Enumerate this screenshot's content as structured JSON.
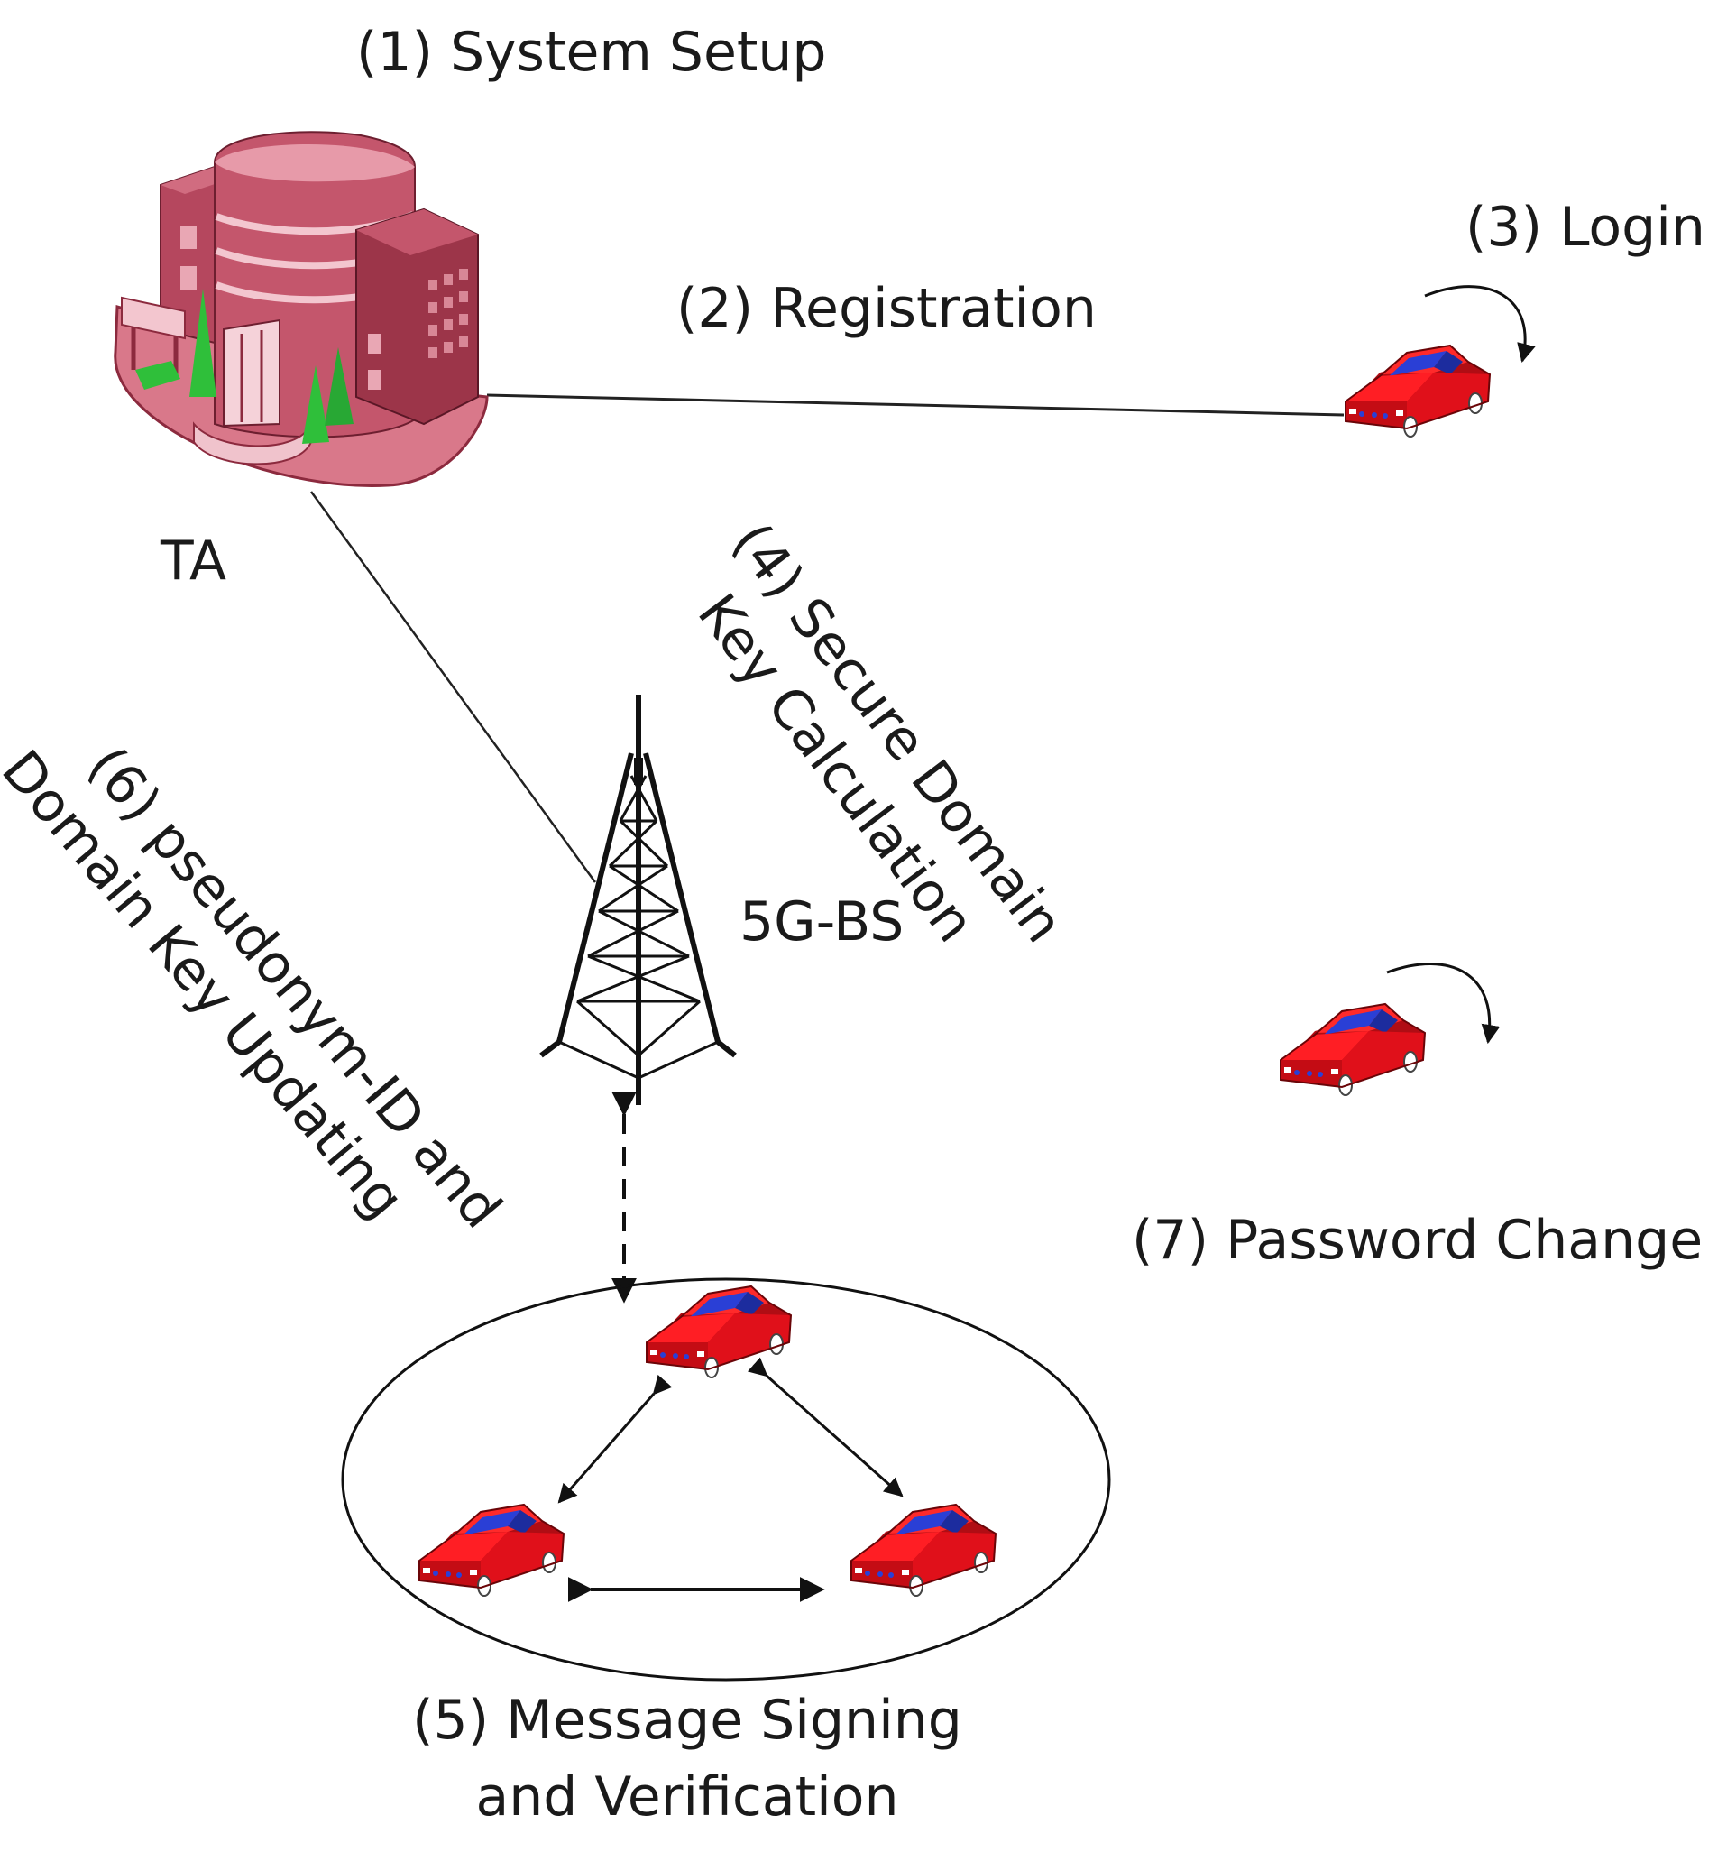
{
  "labels": {
    "system_setup": "(1) System Setup",
    "registration": "(2) Registration",
    "login": "(3) Login",
    "ta": "TA",
    "secure_domain_line1": "(4) Secure Domain",
    "secure_domain_line2": "Key Calculation",
    "base_station": "5G-BS",
    "pseudonym_line1": "(6) pseudonym-ID and",
    "pseudonym_line2": "Domain Key Updating",
    "password_change": "(7) Password Change",
    "message_line1": "(5) Message Signing",
    "message_line2": "and Verification"
  },
  "colors": {
    "building": "#b5475e",
    "car_body": "#e0101a",
    "car_window": "#2a3fd6",
    "tree": "#2fbf3a",
    "line": "#222222"
  },
  "icons": [
    "building-icon",
    "car-icon",
    "tower-icon",
    "curved-arrow-icon"
  ]
}
